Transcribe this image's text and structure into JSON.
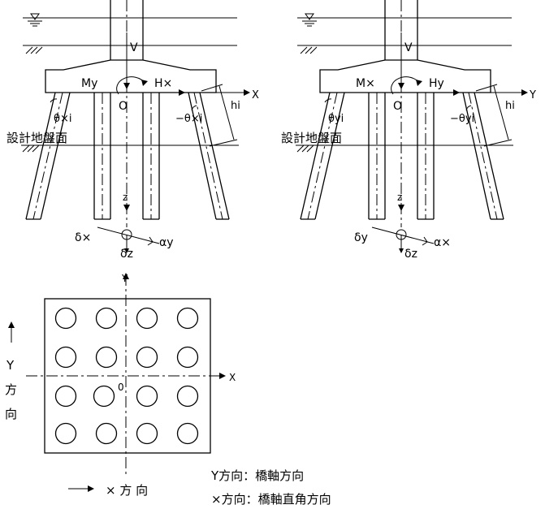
{
  "left_figure": {
    "v": "V",
    "moment": "My",
    "horizontal_force": "H×",
    "origin": "O",
    "axis_h": "X",
    "axis_v": "z",
    "angle_left": "θ×i",
    "angle_right": "−θ×i",
    "pile_height": "hi",
    "ground_label": "設計地盤面",
    "disp_h": "δ×",
    "disp_v": "δz",
    "rotation": "αy"
  },
  "right_figure": {
    "v": "V",
    "moment": "M×",
    "horizontal_force": "Hy",
    "origin": "O",
    "axis_h": "Y",
    "axis_v": "z",
    "angle_left": "θyi",
    "angle_right": "−θyi",
    "pile_height": "hi",
    "ground_label": "設計地盤面",
    "disp_h": "δy",
    "disp_v": "δz",
    "rotation": "α×"
  },
  "plan": {
    "axis_x": "X",
    "axis_y": "Y",
    "origin": "0",
    "y_dir_label_1": "Y",
    "y_dir_label_2": "方",
    "y_dir_label_3": "向",
    "x_dir_label": "× 方 向",
    "legend_y": "Y方向：橋軸方向",
    "legend_x": "×方向：橋軸直角方向"
  }
}
